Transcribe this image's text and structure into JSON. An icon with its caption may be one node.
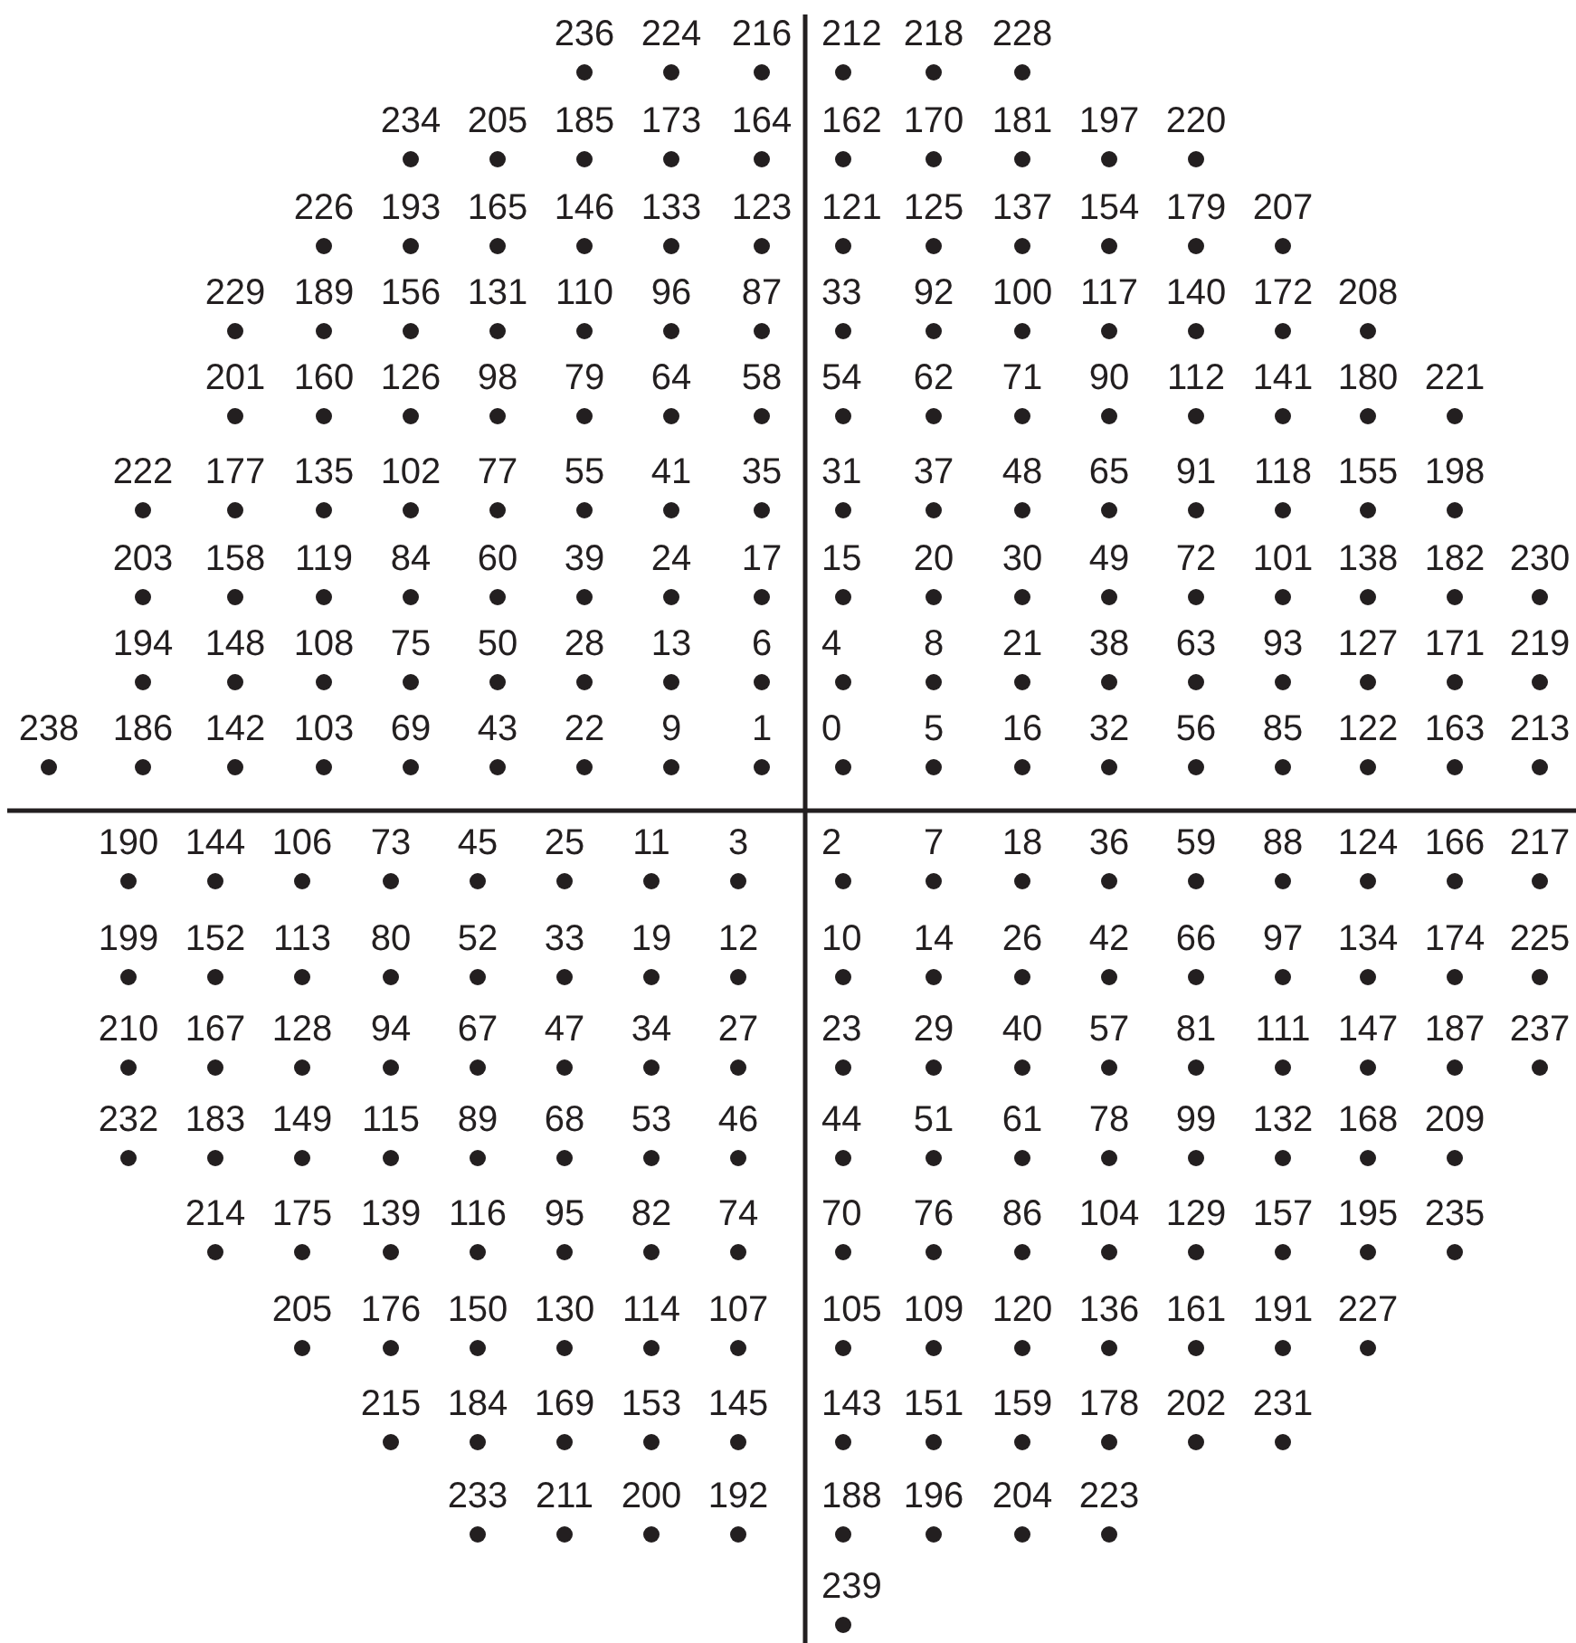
{
  "diagram": {
    "labels": [
      "236",
      "224",
      "216",
      "212",
      "218",
      "228",
      "234",
      "205",
      "185",
      "173",
      "164",
      "162",
      "170",
      "181",
      "197",
      "220",
      "226",
      "193",
      "165",
      "146",
      "133",
      "123",
      "121",
      "125",
      "137",
      "154",
      "179",
      "207",
      "229",
      "189",
      "156",
      "131",
      "110",
      "96",
      "87",
      "33",
      "92",
      "100",
      "117",
      "140",
      "172",
      "208",
      "201",
      "160",
      "126",
      "98",
      "79",
      "64",
      "58",
      "54",
      "62",
      "71",
      "90",
      "112",
      "141",
      "180",
      "221",
      "222",
      "177",
      "135",
      "102",
      "77",
      "55",
      "41",
      "35",
      "31",
      "37",
      "48",
      "65",
      "91",
      "118",
      "155",
      "198",
      "203",
      "158",
      "119",
      "84",
      "60",
      "39",
      "24",
      "17",
      "15",
      "20",
      "30",
      "49",
      "72",
      "101",
      "138",
      "182",
      "230",
      "194",
      "148",
      "108",
      "75",
      "50",
      "28",
      "13",
      "6",
      "4",
      "8",
      "21",
      "38",
      "63",
      "93",
      "127",
      "171",
      "219",
      "238",
      "186",
      "142",
      "103",
      "69",
      "43",
      "22",
      "9",
      "1",
      "0",
      "5",
      "16",
      "32",
      "56",
      "85",
      "122",
      "163",
      "213",
      "190",
      "144",
      "106",
      "73",
      "45",
      "25",
      "11",
      "3",
      "2",
      "7",
      "18",
      "36",
      "59",
      "88",
      "124",
      "166",
      "217",
      "199",
      "152",
      "113",
      "80",
      "52",
      "33",
      "19",
      "12",
      "10",
      "14",
      "26",
      "42",
      "66",
      "97",
      "134",
      "174",
      "225",
      "210",
      "167",
      "128",
      "94",
      "67",
      "47",
      "34",
      "27",
      "23",
      "29",
      "40",
      "57",
      "81",
      "111",
      "147",
      "187",
      "237",
      "232",
      "183",
      "149",
      "115",
      "89",
      "68",
      "53",
      "46",
      "44",
      "51",
      "61",
      "78",
      "99",
      "132",
      "168",
      "209",
      "214",
      "175",
      "139",
      "116",
      "95",
      "82",
      "74",
      "70",
      "76",
      "86",
      "104",
      "129",
      "157",
      "195",
      "235",
      "205",
      "176",
      "150",
      "130",
      "114",
      "107",
      "105",
      "109",
      "120",
      "136",
      "161",
      "191",
      "227",
      "215",
      "184",
      "169",
      "153",
      "145",
      "143",
      "151",
      "159",
      "178",
      "202",
      "231",
      "233",
      "211",
      "200",
      "192",
      "188",
      "196",
      "204",
      "223",
      "239"
    ]
  }
}
